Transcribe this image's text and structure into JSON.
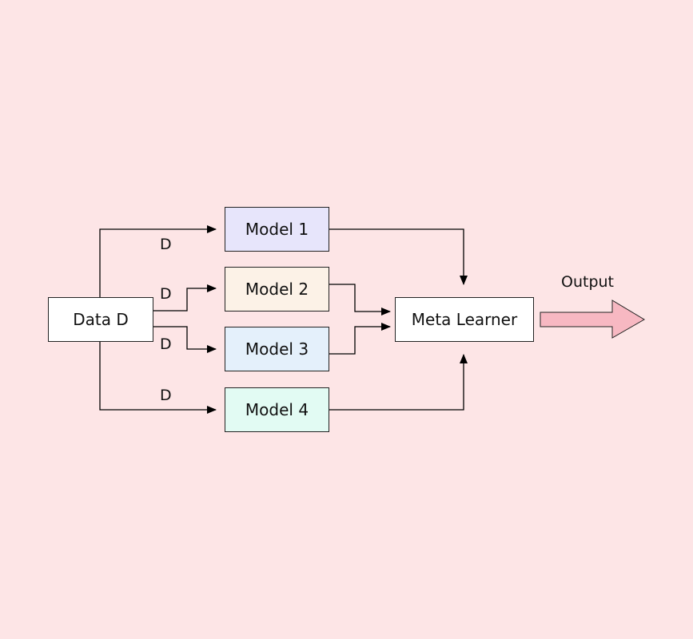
{
  "nodes": {
    "data": {
      "label": "Data D",
      "fill": "#ffffff"
    },
    "model1": {
      "label": "Model 1",
      "fill": "#e7e5fb"
    },
    "model2": {
      "label": "Model 2",
      "fill": "#fcf2e7"
    },
    "model3": {
      "label": "Model 3",
      "fill": "#e4f0fb"
    },
    "model4": {
      "label": "Model 4",
      "fill": "#e2fbf3"
    },
    "meta": {
      "label": "Meta Learner",
      "fill": "#ffffff"
    }
  },
  "edge_labels": {
    "e1": "D",
    "e2": "D",
    "e3": "D",
    "e4": "D"
  },
  "output": {
    "label": "Output",
    "arrow_fill": "#f7b8c2"
  },
  "colors": {
    "background": "#fde5e6",
    "line": "#000000"
  },
  "edges": [
    {
      "from": "data",
      "to": "model1",
      "label": "D"
    },
    {
      "from": "data",
      "to": "model2",
      "label": "D"
    },
    {
      "from": "data",
      "to": "model3",
      "label": "D"
    },
    {
      "from": "data",
      "to": "model4",
      "label": "D"
    },
    {
      "from": "model1",
      "to": "meta"
    },
    {
      "from": "model2",
      "to": "meta"
    },
    {
      "from": "model3",
      "to": "meta"
    },
    {
      "from": "model4",
      "to": "meta"
    }
  ]
}
